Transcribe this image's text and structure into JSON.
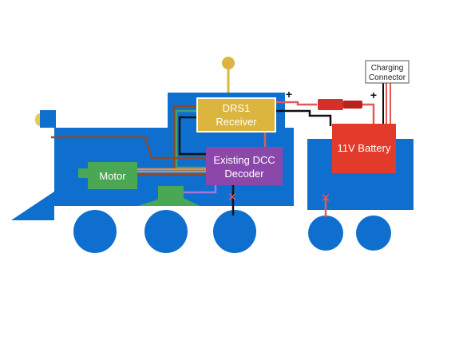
{
  "components": {
    "receiver": {
      "line1": "DRS1",
      "line2": "Receiver"
    },
    "decoder": {
      "line1": "Existing DCC",
      "line2": "Decoder"
    },
    "motor": {
      "label": "Motor"
    },
    "battery": {
      "label": "11V Battery"
    },
    "charging_connector": {
      "line1": "Charging",
      "line2": "Connector"
    }
  },
  "markers": {
    "receiver_plus": "+",
    "battery_plus": "+",
    "cut_mark": "✕"
  },
  "colors": {
    "body_blue": "#0f6fcf",
    "receiver_yellow": "#dcb53e",
    "decoder_purple": "#8b48aa",
    "motor_green": "#4aa753",
    "battery_red": "#e23b2b",
    "connector_red": "#d6302a",
    "wire_red": "#e05a5a",
    "wire_black": "#111111",
    "wire_brown": "#8b4a2b",
    "wire_green": "#3fa36f",
    "wire_orange": "#e69045",
    "wire_purple": "#a476e0",
    "wire_gray": "#9c9c9c"
  }
}
